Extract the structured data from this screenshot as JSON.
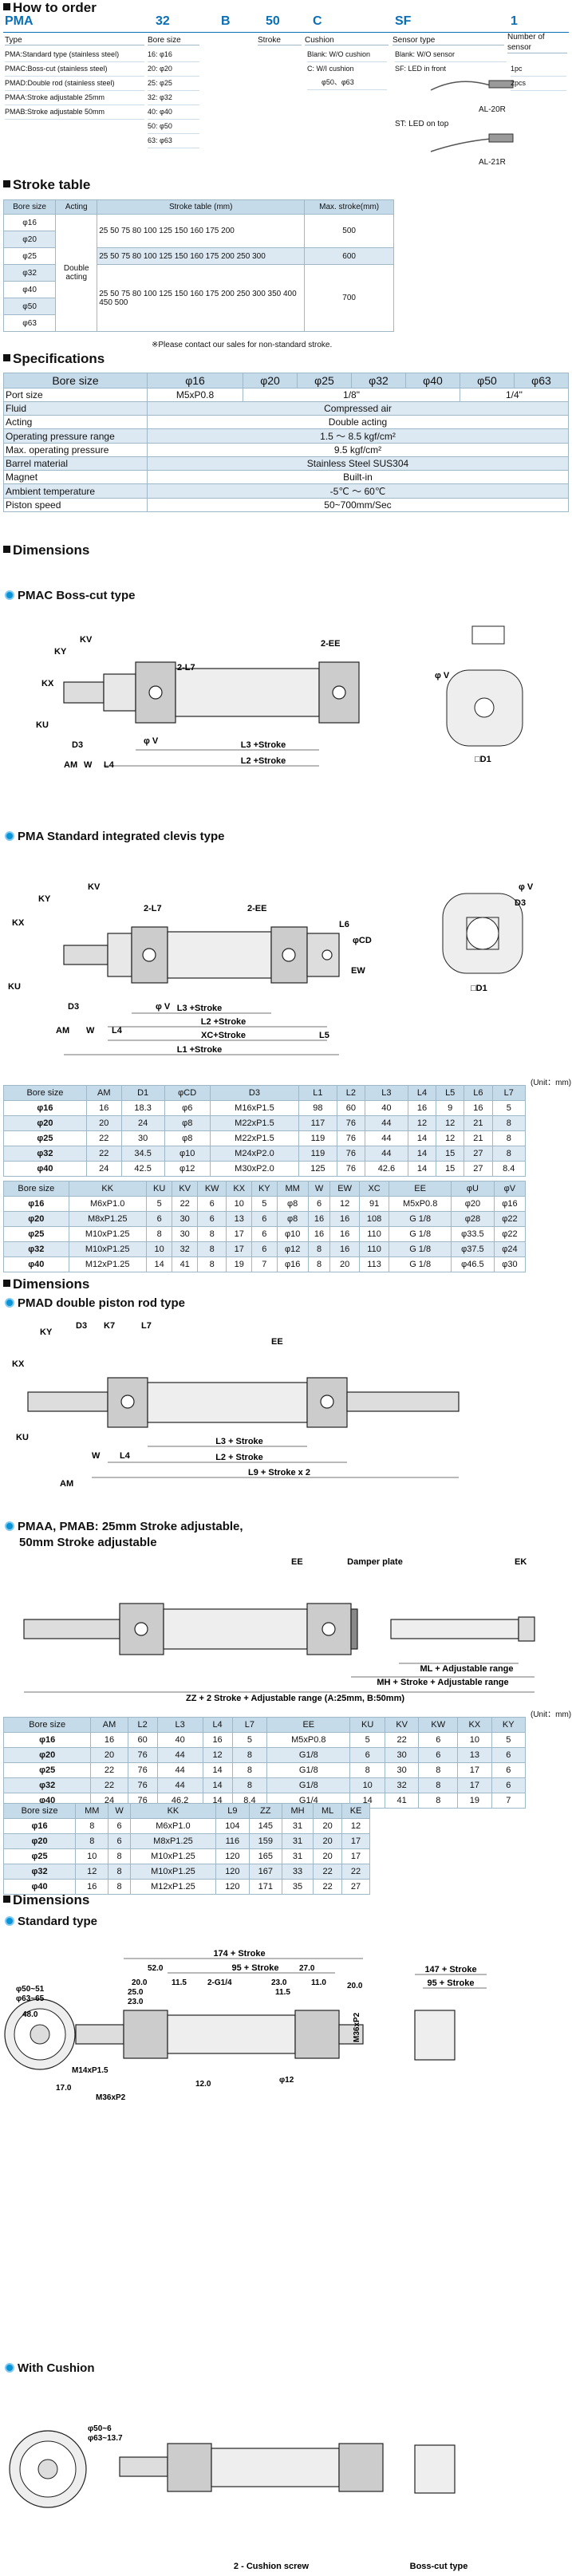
{
  "how_to_order": {
    "title": "How to order",
    "codes": [
      "PMA",
      "32",
      "B",
      "50",
      "C",
      "SF",
      "1"
    ],
    "headers": [
      "Type",
      "Bore size",
      "Stroke",
      "Cushion",
      "Sensor type",
      "Number of sensor"
    ],
    "types": [
      "PMA:Standard type (stainless steel)",
      "PMAC:Boss-cut (stainless steel)",
      "PMAD:Double rod (stainless steel)",
      "PMAA:Stroke adjustable 25mm",
      "PMAB:Stroke adjustable 50mm"
    ],
    "bores": [
      "16: φ16",
      "20: φ20",
      "25: φ25",
      "32: φ32",
      "40: φ40",
      "50: φ50",
      "63: φ63"
    ],
    "cushion": [
      "Blank: W/O cushion",
      "C: W/I cushion",
      "φ50、φ63"
    ],
    "sensor": [
      "Blank: W/O sensor",
      "SF: LED in front",
      "AL-20R",
      "ST: LED on top",
      "AL-21R"
    ],
    "num": [
      "1pc",
      "2pcs"
    ]
  },
  "stroke": {
    "title": "Stroke table",
    "headers": [
      "Bore size",
      "Acting",
      "Stroke table (mm)",
      "Max. stroke(mm)"
    ],
    "bores": [
      "φ16",
      "φ20",
      "φ25",
      "φ32",
      "φ40",
      "φ50",
      "φ63"
    ],
    "acting": "Double acting",
    "rows": [
      [
        "25 50 75 80 100 125 150 160 175 200",
        "500"
      ],
      [
        "25 50 75 80 100 125 150 160 175 200 250 300",
        "600"
      ],
      [
        "25 50 75 80 100 125 150 160 175 200 250 300 350 400 450 500",
        "700"
      ]
    ],
    "note": "※Please contact our sales  for non-standard stroke."
  },
  "specs": {
    "title": "Specifications",
    "header": [
      "Bore size",
      "φ16",
      "φ20",
      "φ25",
      "φ32",
      "φ40",
      "φ50",
      "φ63"
    ],
    "port": [
      "Port size",
      "M5xP0.8",
      "1/8\"",
      "1/4\""
    ],
    "rows": [
      [
        "Fluid",
        "Compressed air"
      ],
      [
        "Acting",
        "Double acting"
      ],
      [
        "Operating pressure range",
        "1.5 ～ 8.5 kgf/cm²"
      ],
      [
        "Max. operating pressure",
        "9.5 kgf/cm²"
      ],
      [
        "Barrel material",
        "Stainless Steel SUS304"
      ],
      [
        "Magnet",
        "Built-in"
      ],
      [
        "Ambient temperature",
        "-5℃ ～ 60℃"
      ],
      [
        "Piston speed",
        "50~700mm/Sec"
      ]
    ]
  },
  "dim1": {
    "title": "Dimensions",
    "pmac": "PMAC  Boss-cut type",
    "pma": "PMA  Standard integrated clevis type",
    "unit": "(Unit：mm)",
    "t1h": [
      "Bore size",
      "AM",
      "D1",
      "φCD",
      "D3",
      "L1",
      "L2",
      "L3",
      "L4",
      "L5",
      "L6",
      "L7"
    ],
    "t1": [
      [
        "φ16",
        "16",
        "18.3",
        "φ6",
        "M16xP1.5",
        "98",
        "60",
        "40",
        "16",
        "9",
        "16",
        "5"
      ],
      [
        "φ20",
        "20",
        "24",
        "φ8",
        "M22xP1.5",
        "117",
        "76",
        "44",
        "12",
        "12",
        "21",
        "8"
      ],
      [
        "φ25",
        "22",
        "30",
        "φ8",
        "M22xP1.5",
        "119",
        "76",
        "44",
        "14",
        "12",
        "21",
        "8"
      ],
      [
        "φ32",
        "22",
        "34.5",
        "φ10",
        "M24xP2.0",
        "119",
        "76",
        "44",
        "14",
        "15",
        "27",
        "8"
      ],
      [
        "φ40",
        "24",
        "42.5",
        "φ12",
        "M30xP2.0",
        "125",
        "76",
        "42.6",
        "14",
        "15",
        "27",
        "8.4"
      ]
    ],
    "t2h": [
      "Bore size",
      "KK",
      "KU",
      "KV",
      "KW",
      "KX",
      "KY",
      "MM",
      "W",
      "EW",
      "XC",
      "EE",
      "φU",
      "φV"
    ],
    "t2": [
      [
        "φ16",
        "M6xP1.0",
        "5",
        "22",
        "6",
        "10",
        "5",
        "φ8",
        "6",
        "12",
        "91",
        "M5xP0.8",
        "φ20",
        "φ16"
      ],
      [
        "φ20",
        "M8xP1.25",
        "6",
        "30",
        "6",
        "13",
        "6",
        "φ8",
        "16",
        "16",
        "108",
        "G 1/8",
        "φ28",
        "φ22"
      ],
      [
        "φ25",
        "M10xP1.25",
        "8",
        "30",
        "8",
        "17",
        "6",
        "φ10",
        "16",
        "16",
        "110",
        "G 1/8",
        "φ33.5",
        "φ22"
      ],
      [
        "φ32",
        "M10xP1.25",
        "10",
        "32",
        "8",
        "17",
        "6",
        "φ12",
        "8",
        "16",
        "110",
        "G 1/8",
        "φ37.5",
        "φ24"
      ],
      [
        "φ40",
        "M12xP1.25",
        "14",
        "41",
        "8",
        "19",
        "7",
        "φ16",
        "8",
        "20",
        "113",
        "G 1/8",
        "φ46.5",
        "φ30"
      ]
    ]
  },
  "dim2": {
    "title": "Dimensions",
    "pmad": "PMAD double piston rod type",
    "pmaa": "PMAA, PMAB: 25mm Stroke adjustable,",
    "pmaa2": "50mm Stroke adjustable",
    "unit": "(Unit：mm)",
    "t3h": [
      "Bore size",
      "AM",
      "L2",
      "L3",
      "L4",
      "L7",
      "EE",
      "KU",
      "KV",
      "KW",
      "KX",
      "KY"
    ],
    "t3": [
      [
        "φ16",
        "16",
        "60",
        "40",
        "16",
        "5",
        "M5xP0.8",
        "5",
        "22",
        "6",
        "10",
        "5"
      ],
      [
        "φ20",
        "20",
        "76",
        "44",
        "12",
        "8",
        "G1/8",
        "6",
        "30",
        "6",
        "13",
        "6"
      ],
      [
        "φ25",
        "22",
        "76",
        "44",
        "14",
        "8",
        "G1/8",
        "8",
        "30",
        "8",
        "17",
        "6"
      ],
      [
        "φ32",
        "22",
        "76",
        "44",
        "14",
        "8",
        "G1/8",
        "10",
        "32",
        "8",
        "17",
        "6"
      ],
      [
        "φ40",
        "24",
        "76",
        "46.2",
        "14",
        "8.4",
        "G1/4",
        "14",
        "41",
        "8",
        "19",
        "7"
      ]
    ],
    "t4h": [
      "Bore size",
      "MM",
      "W",
      "KK",
      "L9",
      "ZZ",
      "MH",
      "ML",
      "KE"
    ],
    "t4": [
      [
        "φ16",
        "8",
        "6",
        "M6xP1.0",
        "104",
        "145",
        "31",
        "20",
        "12"
      ],
      [
        "φ20",
        "8",
        "6",
        "M8xP1.25",
        "116",
        "159",
        "31",
        "20",
        "17"
      ],
      [
        "φ25",
        "10",
        "8",
        "M10xP1.25",
        "120",
        "165",
        "31",
        "20",
        "17"
      ],
      [
        "φ32",
        "12",
        "8",
        "M10xP1.25",
        "120",
        "167",
        "33",
        "22",
        "22"
      ],
      [
        "φ40",
        "16",
        "8",
        "M12xP1.25",
        "120",
        "171",
        "35",
        "22",
        "27"
      ]
    ]
  },
  "dim3": {
    "title": "Dimensions",
    "std": "Standard type",
    "cush": "With Cushion",
    "bosscut": "Boss-cut type",
    "cushion_screw": "2 - Cushion screw"
  },
  "labels": {
    "stroke_l3": "L3 +Stroke",
    "stroke_l2": "L2 +Stroke",
    "xc": "XC+Stroke",
    "l1": "L1 +Stroke",
    "l9": "L9 + Stroke x 2",
    "l3s": "L3 + Stroke",
    "l2s": "L2 + Stroke",
    "damper": "Damper plate",
    "ml": "ML + Adjustable range",
    "mh": "MH + Stroke + Adjustable range",
    "zz": "ZZ + 2 Stroke + Adjustable range (A:25mm, B:50mm)",
    "s174": "174 + Stroke",
    "s95": "95 + Stroke",
    "s147": "147 + Stroke"
  }
}
